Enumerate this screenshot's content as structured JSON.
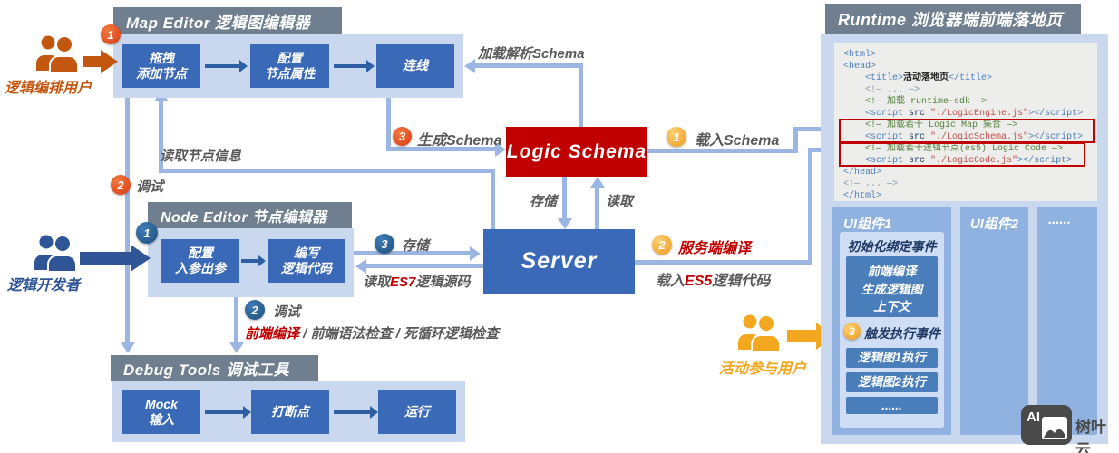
{
  "actors": {
    "orchestrator": "逻辑编排用户",
    "developer": "逻辑开发者",
    "participant": "活动参与用户"
  },
  "map_editor": {
    "title": "Map Editor  逻辑图编辑器",
    "badge": "1",
    "nodes": {
      "drag": "拖拽\n添加节点",
      "config": "配置\n节点属性",
      "connect": "连线"
    }
  },
  "node_editor": {
    "title": "Node Editor  节点编辑器",
    "badge": "1",
    "nodes": {
      "params": "配置\n入参出参",
      "code": "编写\n逻辑代码"
    }
  },
  "debug_tools": {
    "title": "Debug Tools  调试工具",
    "nodes": {
      "mock": "Mock\n输入",
      "breakpoint": "打断点",
      "run": "运行"
    }
  },
  "logic_schema": {
    "label": "Logic Schema"
  },
  "server": {
    "label": "Server"
  },
  "connectors": {
    "load_parse_schema": "加载解析Schema",
    "gen_schema": {
      "badge": "3",
      "label": "生成Schema"
    },
    "read_node_info": "读取节点信息",
    "debug_map": {
      "badge": "2",
      "label": "调试"
    },
    "store_schema": "存储",
    "read_schema": "读取",
    "store_code": {
      "badge": "3",
      "label": "存储"
    },
    "read_es7": {
      "pre": "读取",
      "em": "ES7",
      "post": "逻辑源码"
    },
    "debug_node": {
      "badge": "2",
      "label": "调试",
      "note_em": "前端编译",
      "note_rest": " / 前端语法检查 / 死循环逻辑检查"
    },
    "load_schema": {
      "badge": "1",
      "label": "载入Schema"
    },
    "server_compile": {
      "badge": "2",
      "label": "服务端编译"
    },
    "load_es5": {
      "pre": "载入",
      "em": "ES5",
      "post": "逻辑代码"
    }
  },
  "runtime": {
    "title": "Runtime 浏览器端前端落地页",
    "code_lines": [
      {
        "segs": [
          {
            "c": "tag",
            "t": "<html>"
          }
        ]
      },
      {
        "segs": [
          {
            "c": "tag",
            "t": "<head>"
          }
        ]
      },
      {
        "segs": [
          {
            "c": "plain",
            "t": "    "
          },
          {
            "c": "tag",
            "t": "<title>"
          },
          {
            "c": "bold",
            "t": "活动落地页"
          },
          {
            "c": "tag",
            "t": "</title>"
          }
        ]
      },
      {
        "segs": [
          {
            "c": "cmt2",
            "t": "    <!— ... —>"
          }
        ]
      },
      {
        "segs": [
          {
            "c": "cmt",
            "t": "    <!— 加载 runtime-sdk —>"
          }
        ]
      },
      {
        "segs": [
          {
            "c": "plain",
            "t": "    "
          },
          {
            "c": "tag",
            "t": "<script"
          },
          {
            "c": "attr",
            "t": " src "
          },
          {
            "c": "str",
            "t": "\"./LogicEngine.js\""
          },
          {
            "c": "tag",
            "t": "></script>"
          }
        ]
      },
      {
        "segs": [
          {
            "c": "cmt",
            "t": "    <!— 加载若干 Logic Map 集合 —>"
          }
        ]
      },
      {
        "segs": [
          {
            "c": "plain",
            "t": "    "
          },
          {
            "c": "tag",
            "t": "<script"
          },
          {
            "c": "attr",
            "t": " src "
          },
          {
            "c": "str",
            "t": "\"./LogicSchema.js\""
          },
          {
            "c": "tag",
            "t": "></script>"
          }
        ]
      },
      {
        "segs": [
          {
            "c": "cmt",
            "t": "    <!— 加载若干逻辑节点(es5) Logic Code —>"
          }
        ]
      },
      {
        "segs": [
          {
            "c": "plain",
            "t": "    "
          },
          {
            "c": "tag",
            "t": "<script"
          },
          {
            "c": "attr",
            "t": " src "
          },
          {
            "c": "str",
            "t": "\"./LogicCode.js\""
          },
          {
            "c": "tag",
            "t": "></script>"
          }
        ]
      },
      {
        "segs": [
          {
            "c": "tag",
            "t": "</head>"
          }
        ]
      },
      {
        "segs": [
          {
            "c": "cmt2",
            "t": "<!— ... —>"
          }
        ]
      },
      {
        "segs": [
          {
            "c": "tag",
            "t": "</html>"
          }
        ]
      }
    ],
    "panels": {
      "ui1": {
        "title": "UI组件1",
        "init": {
          "heading": "初始化绑定事件",
          "box": "前端编译\n生成逻辑图\n上下文"
        },
        "trigger": {
          "badge": "3",
          "heading": "触发执行事件",
          "items": [
            "逻辑图1执行",
            "逻辑图2执行",
            "......"
          ]
        }
      },
      "ui2": {
        "title": "UI组件2"
      },
      "more": {
        "title": "......"
      }
    }
  },
  "watermark": {
    "logo": "AI",
    "text": "树叶云"
  },
  "colors": {
    "primary_blue": "#3a69b7",
    "light_blue": "#c9d8ef",
    "header_gray": "#6f7f8f",
    "schema_red": "#c00000",
    "accent_orange": "#c4570f",
    "accent_yellow": "#f2a71f",
    "connector": "#9cb6e3",
    "panel_blue": "#8fb2e0"
  }
}
